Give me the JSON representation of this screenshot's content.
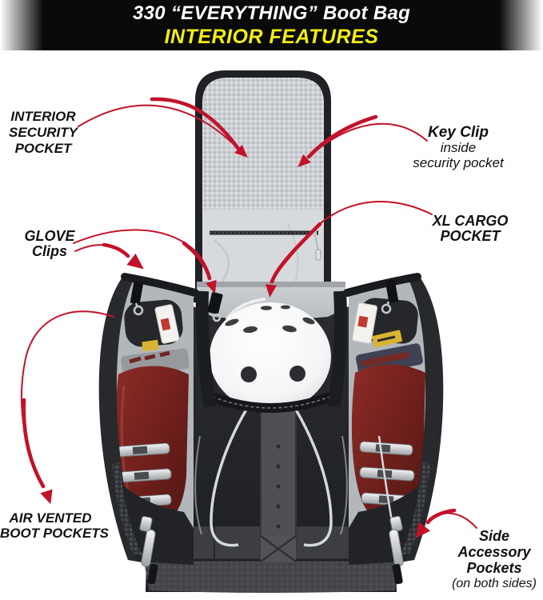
{
  "header": {
    "title": "330 “EVERYTHING” Boot Bag",
    "subtitle": "INTERIOR FEATURES"
  },
  "callouts": {
    "interior_security_pocket": {
      "line1": "INTERIOR",
      "line2": "SECURITY",
      "line3": "POCKET"
    },
    "key_clip": {
      "line1": "Key Clip",
      "line2": "inside",
      "line3": "security pocket"
    },
    "glove_clips": {
      "line1": "GLOVE",
      "line2": "Clips"
    },
    "xl_cargo_pocket": {
      "line1": "XL CARGO",
      "line2": "POCKET"
    },
    "air_vented_boot_pockets": {
      "line1": "AIR VENTED",
      "line2": "BOOT POCKETS"
    },
    "side_accessory_pockets": {
      "line1": "Side",
      "line2": "Accessory",
      "line3": "Pockets",
      "line4": "(on both sides)"
    }
  },
  "colors": {
    "arrow_red": "#c2122a",
    "header_bg": "#000000",
    "title_color": "#ffffff",
    "subtitle_color": "#f2ee10",
    "label_text": "#121212"
  }
}
